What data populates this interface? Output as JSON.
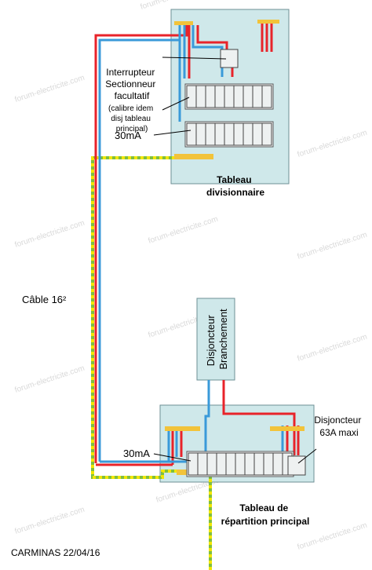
{
  "colors": {
    "phase": "#e8232a",
    "neutral": "#3a9ad9",
    "earth_green": "#7fbf3f",
    "earth_yellow": "#f2e600",
    "panel_fill": "#cfe8ea",
    "panel_stroke": "#6e8f94",
    "busbar": "#f2c33a",
    "breaker_fill": "#eef1f1"
  },
  "watermark": "forum-electricite.com",
  "labels": {
    "isolator": [
      "Interrupteur",
      "Sectionneur",
      "facultatif"
    ],
    "isolator_note": [
      "(calibre idem",
      "disj tableau",
      "principal)"
    ],
    "rcd_top": "30mA",
    "sub_panel": [
      "Tableau",
      "divisionnaire"
    ],
    "cable": "Câble 16²",
    "supply_breaker_box": [
      "Disjoncteur",
      "Branchement"
    ],
    "main_breaker": [
      "Disjoncteur",
      "63A maxi"
    ],
    "rcd_bottom": "30mA",
    "main_panel": [
      "Tableau de",
      "répartition principal"
    ],
    "signature": "CARMINAS 22/04/16"
  },
  "icons": {
    "isolator": "isolator-switch-icon",
    "main_breaker": "main-breaker-icon"
  }
}
